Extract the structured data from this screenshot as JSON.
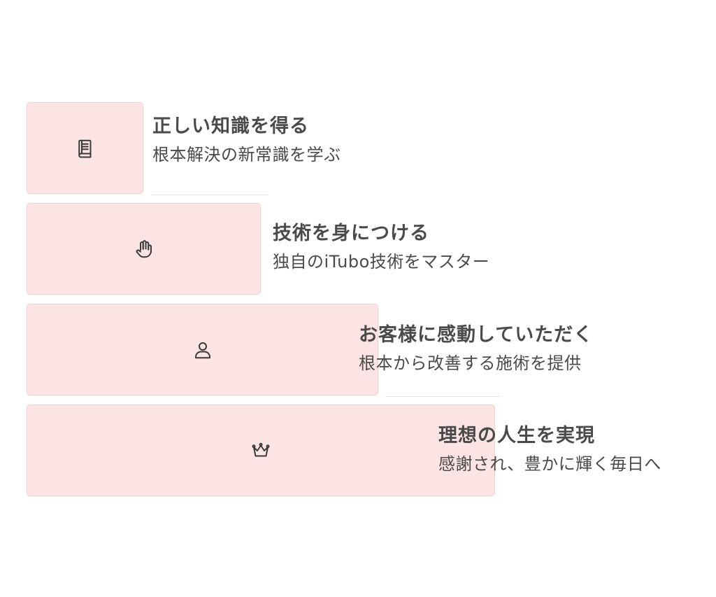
{
  "steps": [
    {
      "title": "正しい知識を得る",
      "subtitle": "根本解決の新常識を学ぶ",
      "icon": "book-icon"
    },
    {
      "title": "技術を身につける",
      "subtitle": "独自のiTubo技術をマスター",
      "icon": "hand-icon"
    },
    {
      "title": "お客様に感動していただく",
      "subtitle": "根本から改善する施術を提供",
      "icon": "user-icon"
    },
    {
      "title": "理想の人生を実現",
      "subtitle": "感謝され、豊かに輝く毎日へ",
      "icon": "crown-icon"
    }
  ],
  "colors": {
    "box_fill": "#fde4e4",
    "box_border": "#f5cfcf",
    "text": "#4a4a4a"
  }
}
